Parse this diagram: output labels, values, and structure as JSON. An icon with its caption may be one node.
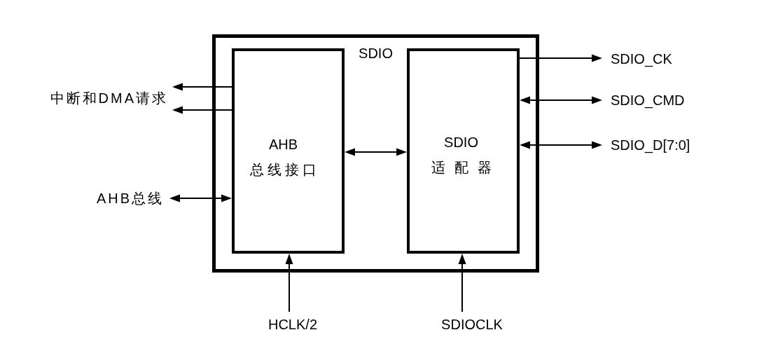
{
  "diagram": {
    "nodes": [
      {
        "text": [
          "SDIO"
        ]
      },
      {
        "text": [
          "AHB 总线接口"
        ],
        "in": 0
      },
      {
        "text": [
          "SDIO 适配器"
        ],
        "in": 0
      },
      {
        "text": [
          "中断和DMA请求"
        ]
      },
      {
        "text": [
          "AHB总线"
        ]
      },
      {
        "text": [
          "SDIO_CK"
        ]
      },
      {
        "text": [
          "SDIO_CMD"
        ]
      },
      {
        "text": [
          "SDIO_D[7:0]"
        ]
      },
      {
        "text": [
          "HCLK/2"
        ]
      },
      {
        "text": [
          "SDIOCLK"
        ]
      }
    ],
    "edges": [
      {
        "from": 1,
        "to": 3,
        "arrow": "to"
      },
      {
        "from": 1,
        "to": 3,
        "arrow": "to"
      },
      {
        "from": 4,
        "to": 1,
        "arrow": "both"
      },
      {
        "from": 1,
        "to": 2,
        "arrow": "both"
      },
      {
        "from": 2,
        "to": 5,
        "arrow": "to"
      },
      {
        "from": 2,
        "to": 6,
        "arrow": "both"
      },
      {
        "from": 2,
        "to": 7,
        "arrow": "both"
      },
      {
        "from": 8,
        "to": 1,
        "arrow": "to"
      },
      {
        "from": 9,
        "to": 2,
        "arrow": "to"
      }
    ]
  }
}
